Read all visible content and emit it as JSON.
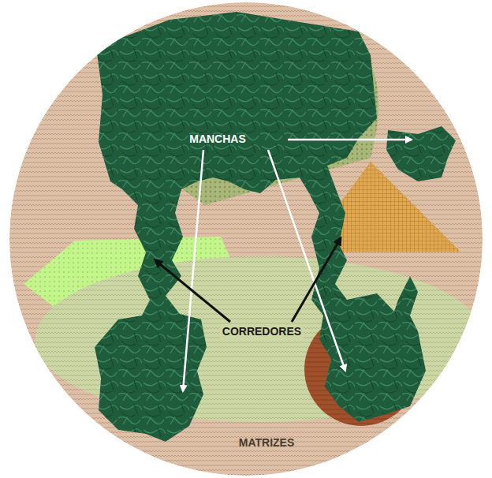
{
  "diagram": {
    "labels": [
      "MANCHAS",
      "CORREDORES",
      "MATRIZES"
    ]
  }
}
